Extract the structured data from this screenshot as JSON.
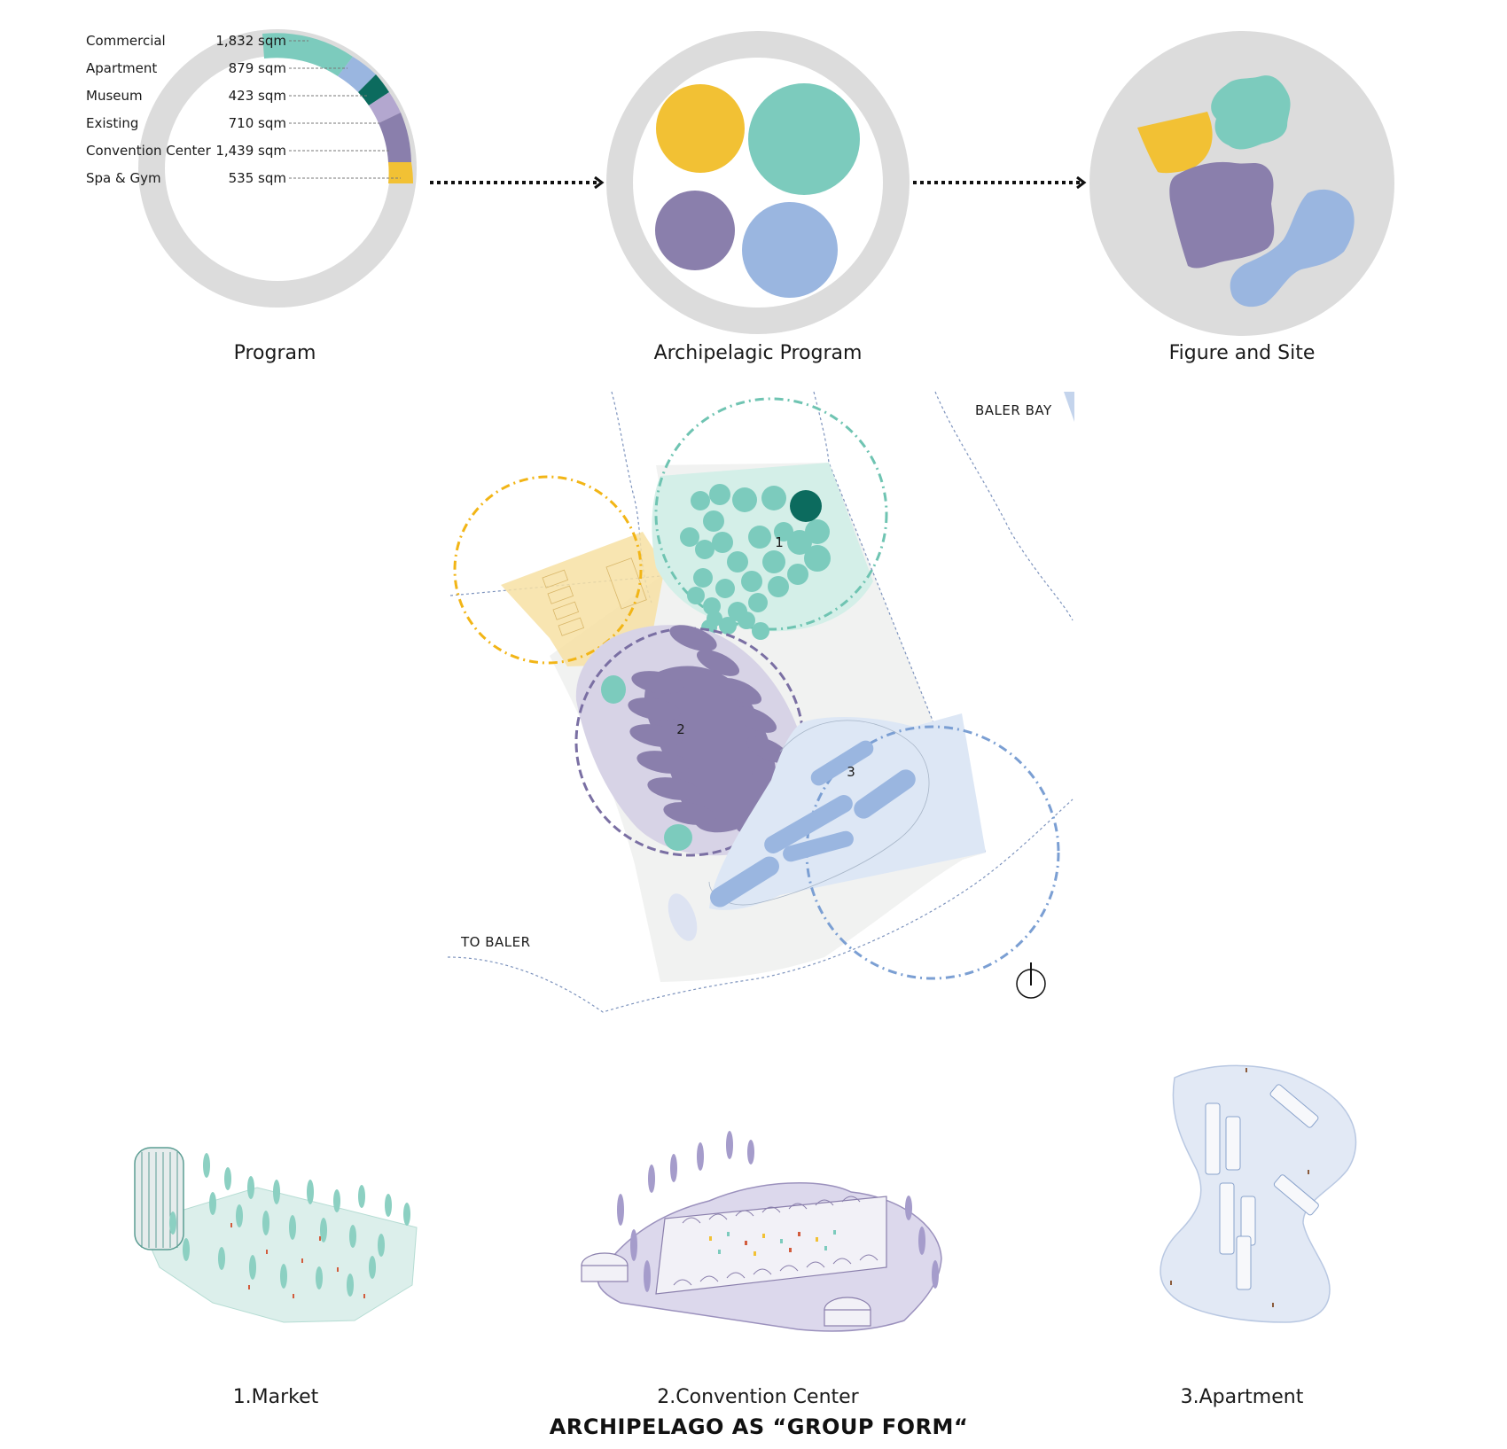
{
  "program_legend": [
    {
      "name": "Commercial",
      "area": "1,832 sqm",
      "color": "#7ccbbd"
    },
    {
      "name": "Apartment",
      "area": "879 sqm",
      "color": "#9ab6e0"
    },
    {
      "name": "Museum",
      "area": "423 sqm",
      "color": "#0c6b5e"
    },
    {
      "name": "Existing",
      "area": "710 sqm",
      "color": "#b3a7cf"
    },
    {
      "name": "Convention Center",
      "area": "1,439 sqm",
      "color": "#8a7fac"
    },
    {
      "name": "Spa & Gym",
      "area": "535 sqm",
      "color": "#f2c134"
    }
  ],
  "diagram_captions": {
    "program": "Program",
    "archipelagic": "Archipelagic Program",
    "figure": "Figure and Site"
  },
  "site_plan": {
    "baler_bay": "BALER BAY",
    "to_baler": "TO BALER",
    "zone_1": "1",
    "zone_2": "2",
    "zone_3": "3"
  },
  "perspective_captions": {
    "market": "1.Market",
    "convention": "2.Convention Center",
    "apartment": "3.Apartment"
  },
  "title": "ARCHIPELAGO AS “GROUP FORM“",
  "colors": {
    "teal": "#7ccbbd",
    "dark_teal": "#0c6b5e",
    "blue": "#9ab6e0",
    "purple": "#8a7fac",
    "light_purple": "#b3a7cf",
    "yellow": "#f2c134",
    "ring": "#dcdcdc"
  }
}
